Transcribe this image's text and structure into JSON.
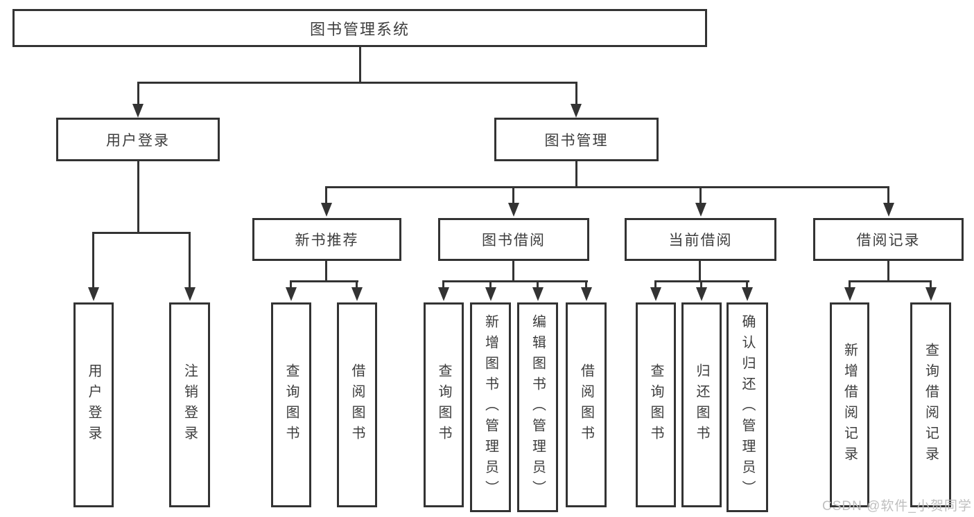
{
  "title": "图书管理系统",
  "branches": [
    {
      "label": "用户登录",
      "children": [
        {
          "label": "用户登录"
        },
        {
          "label": "注销登录"
        }
      ]
    },
    {
      "label": "图书管理",
      "children": [
        {
          "label": "新书推荐",
          "children": [
            {
              "label": "查询图书"
            },
            {
              "label": "借阅图书"
            }
          ]
        },
        {
          "label": "图书借阅",
          "children": [
            {
              "label": "查询图书"
            },
            {
              "label": "新增图书（管理员）"
            },
            {
              "label": "编辑图书（管理员）"
            },
            {
              "label": "借阅图书"
            }
          ]
        },
        {
          "label": "当前借阅",
          "children": [
            {
              "label": "查询图书"
            },
            {
              "label": "归还图书"
            },
            {
              "label": "确认归还（管理员）"
            }
          ]
        },
        {
          "label": "借阅记录",
          "children": [
            {
              "label": "新增借阅记录"
            },
            {
              "label": "查询借阅记录"
            }
          ]
        }
      ]
    }
  ],
  "watermark": "CSDN @软件_小贺同学",
  "colors": {
    "line": "#333333",
    "text": "#3d3d3d",
    "background": "#ffffff",
    "watermark": "#bfbfbf"
  }
}
